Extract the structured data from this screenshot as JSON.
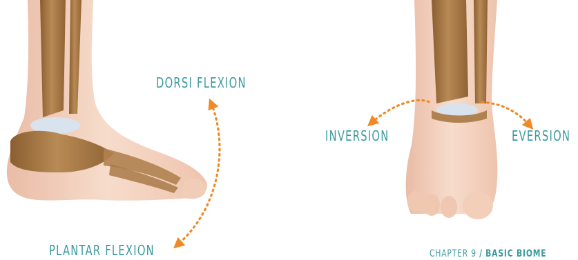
{
  "labels": {
    "dorsi_flexion": "DORSI FLEXION",
    "plantar_flexion": "PLANTAR FLEXION",
    "inversion": "INVERSION",
    "eversion": "EVERSION"
  },
  "footer": {
    "chapter": "CHAPTER 9",
    "separator": "/",
    "section": "BASIC BIOME"
  },
  "colors": {
    "label": "#3b9aa1",
    "arrow": "#ef8a26",
    "skin": "#f2d2bf",
    "bone": "#a67a45",
    "cartilage": "#d9e3ee"
  }
}
